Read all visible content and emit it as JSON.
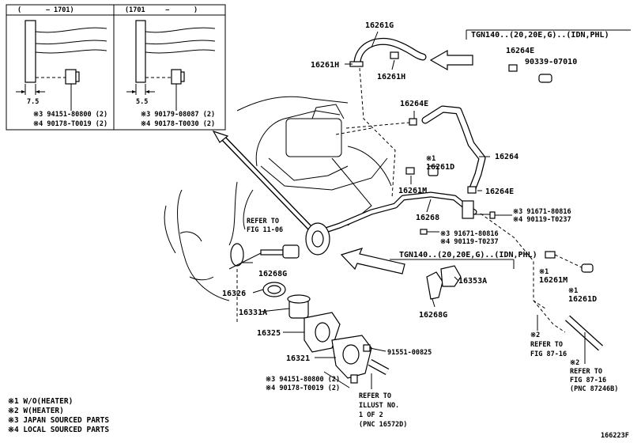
{
  "insets": {
    "left_header": "(      − 1701)",
    "right_header": "(1701     −      )",
    "left_dim": "7.5",
    "right_dim": "5.5",
    "left_lines": [
      "※3 94151-80800 (2)",
      "※4 90178-T0019 (2)"
    ],
    "right_lines": [
      "※3 90179-08087 (2)",
      "※4 90178-T0030 (2)"
    ]
  },
  "variant_header_top": "TGN140..(20,20E,G)..(IDN,PHL)",
  "variant_header_mid": "TGN140..(20,20E,G)..(IDN,PHL)",
  "labels": {
    "p16261G": "16261G",
    "p16261H_a": "16261H",
    "p16261H_b": "16261H",
    "p16264E_top": "16264E",
    "p90339": "90339-07010",
    "p16264E_mid": "16264E",
    "p16264": "16264",
    "note1_a": "※1",
    "p16261D_a": "16261D",
    "p16261M_a": "16261M",
    "p16264E_low": "16264E",
    "refer_fig11_line1": "REFER TO",
    "refer_fig11_line2": "FIG 11-06",
    "p16268": "16268",
    "n3_91671": "※3 91671-80816",
    "n4_90119_r": "※4 90119-T0237",
    "n3_91671_c": "※3 91671-80816",
    "n4_90119_c": "※4 90119-T0237",
    "p16268G_a": "16268G",
    "p16326": "16326",
    "p16331A": "16331A",
    "p16325": "16325",
    "p16353A": "16353A",
    "p16268G_b": "16268G",
    "note1_b": "※1",
    "p16261M_b": "16261M",
    "note1_c": "※1",
    "p16261D_b": "16261D",
    "p16321": "16321",
    "p91551": "91551-00825",
    "n3_94151": "※3 94151-80800 (2)",
    "n4_90178": "※4 90178-T0019 (2)",
    "refer_illust_1": "REFER TO",
    "refer_illust_2": "ILLUST NO.",
    "refer_illust_3": "1 OF 2",
    "refer_illust_4": "(PNC 16572D)",
    "refer_fig87a_1": "※2",
    "refer_fig87a_2": "REFER TO",
    "refer_fig87a_3": "FIG 87-16",
    "refer_fig87b_1": "※2",
    "refer_fig87b_2": "REFER TO",
    "refer_fig87b_3": "FIG 87-16",
    "refer_fig87b_4": "(PNC 87246B)"
  },
  "legend": [
    "※1 W/O(HEATER)",
    "※2 W(HEATER)",
    "※3 JAPAN SOURCED PARTS",
    "※4 LOCAL SOURCED PARTS"
  ],
  "figure_id": "166223F"
}
